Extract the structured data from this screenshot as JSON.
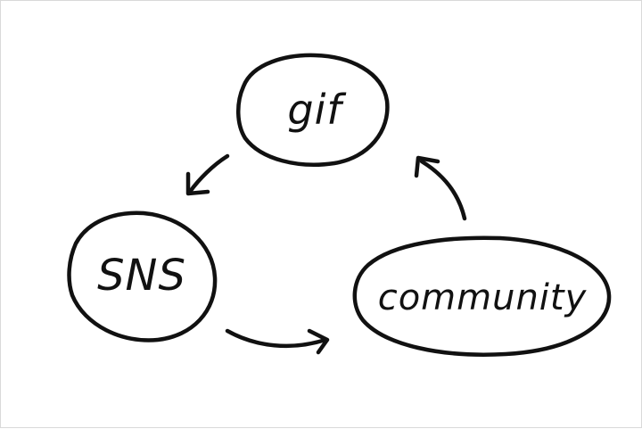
{
  "diagram": {
    "nodes": [
      {
        "id": "gif",
        "label": "gif"
      },
      {
        "id": "sns",
        "label": "SNS"
      },
      {
        "id": "community",
        "label": "community"
      }
    ],
    "edges": [
      {
        "from": "gif",
        "to": "sns"
      },
      {
        "from": "sns",
        "to": "community"
      },
      {
        "from": "community",
        "to": "gif"
      }
    ],
    "colors": {
      "ink": "#111111",
      "background": "#ffffff",
      "frame": "#d9d9d9"
    }
  }
}
